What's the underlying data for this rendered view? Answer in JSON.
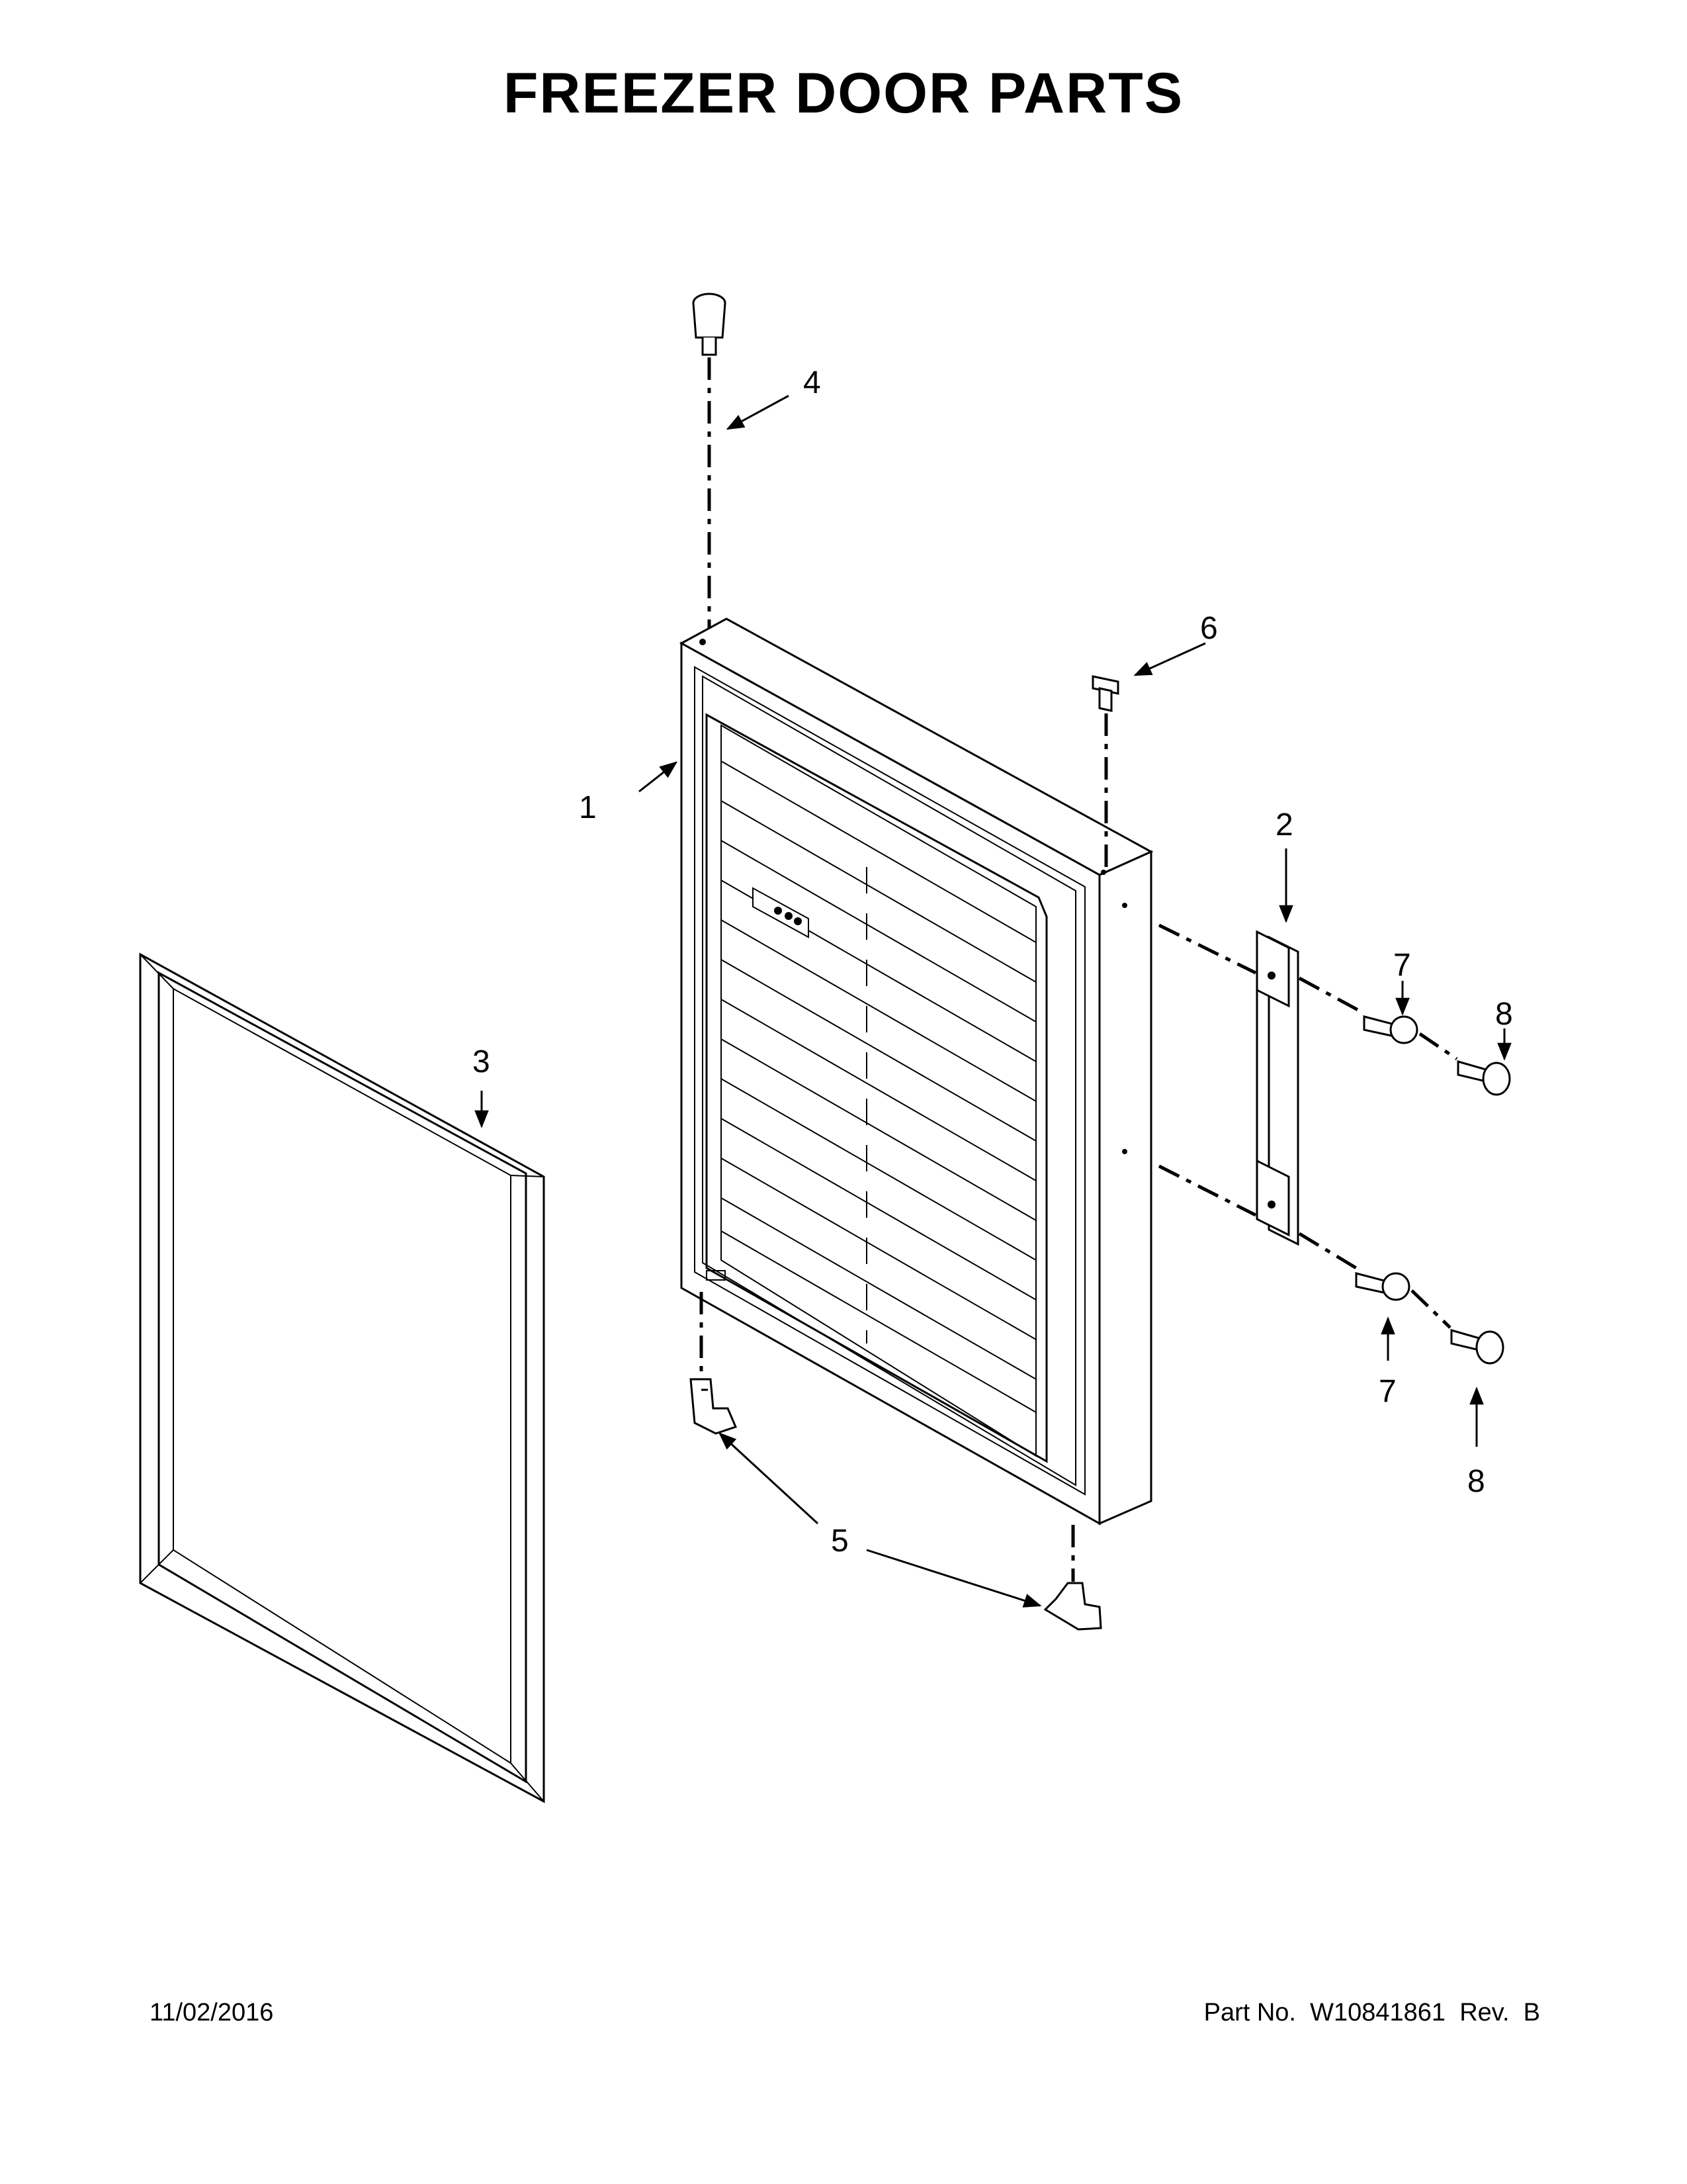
{
  "title": "FREEZER DOOR PARTS",
  "callouts": [
    "1",
    "2",
    "3",
    "4",
    "5",
    "6",
    "7",
    "8"
  ],
  "footer": {
    "date": "11/02/2016",
    "part_label": "Part No.",
    "part_number": "W10841861",
    "rev_label": "Rev.",
    "rev": "B"
  },
  "colors": {
    "line": "#000000",
    "background": "#ffffff"
  }
}
